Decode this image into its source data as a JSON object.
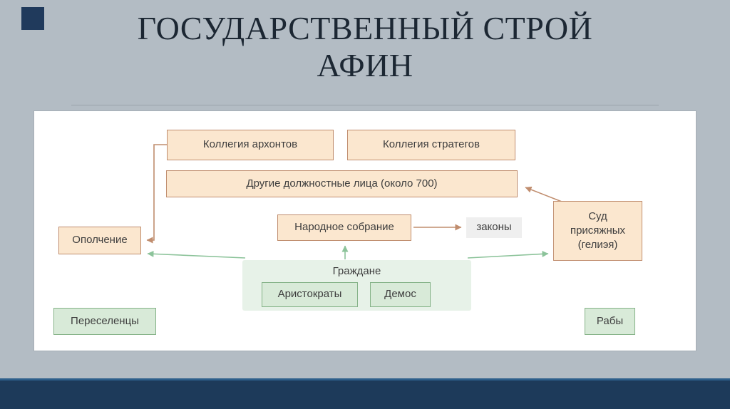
{
  "slide": {
    "title_lines": [
      "ГОСУДАРСТВЕННЫЙ СТРОЙ",
      "АФИН"
    ]
  },
  "diagram": {
    "archons": "Коллегия архонтов",
    "strategists": "Коллегия стратегов",
    "officials": "Другие должностные лица (около 700)",
    "assembly": "Народное собрание",
    "laws": "законы",
    "court": "Суд присяжных (гелиэя)",
    "militia": "Ополчение",
    "citizens_label": "Граждане",
    "aristocrats": "Аристократы",
    "demos": "Демос",
    "settlers": "Переселенцы",
    "slaves": "Рабы"
  },
  "colors": {
    "bg": "#b3bcc4",
    "navy": "#203a5c",
    "footer": "#1d3a5a",
    "footer_edge": "#2d5f8b",
    "title_color": "#1c2733",
    "beige_fill": "#fbe7cf",
    "beige_border": "#c08d6e",
    "green_fill": "#d8ead8",
    "green_border": "#84b287",
    "green_area": "#e7f2e8",
    "chip": "#efefef",
    "arrow_brown": "#c08d6e",
    "arrow_green": "#8cc39a"
  }
}
